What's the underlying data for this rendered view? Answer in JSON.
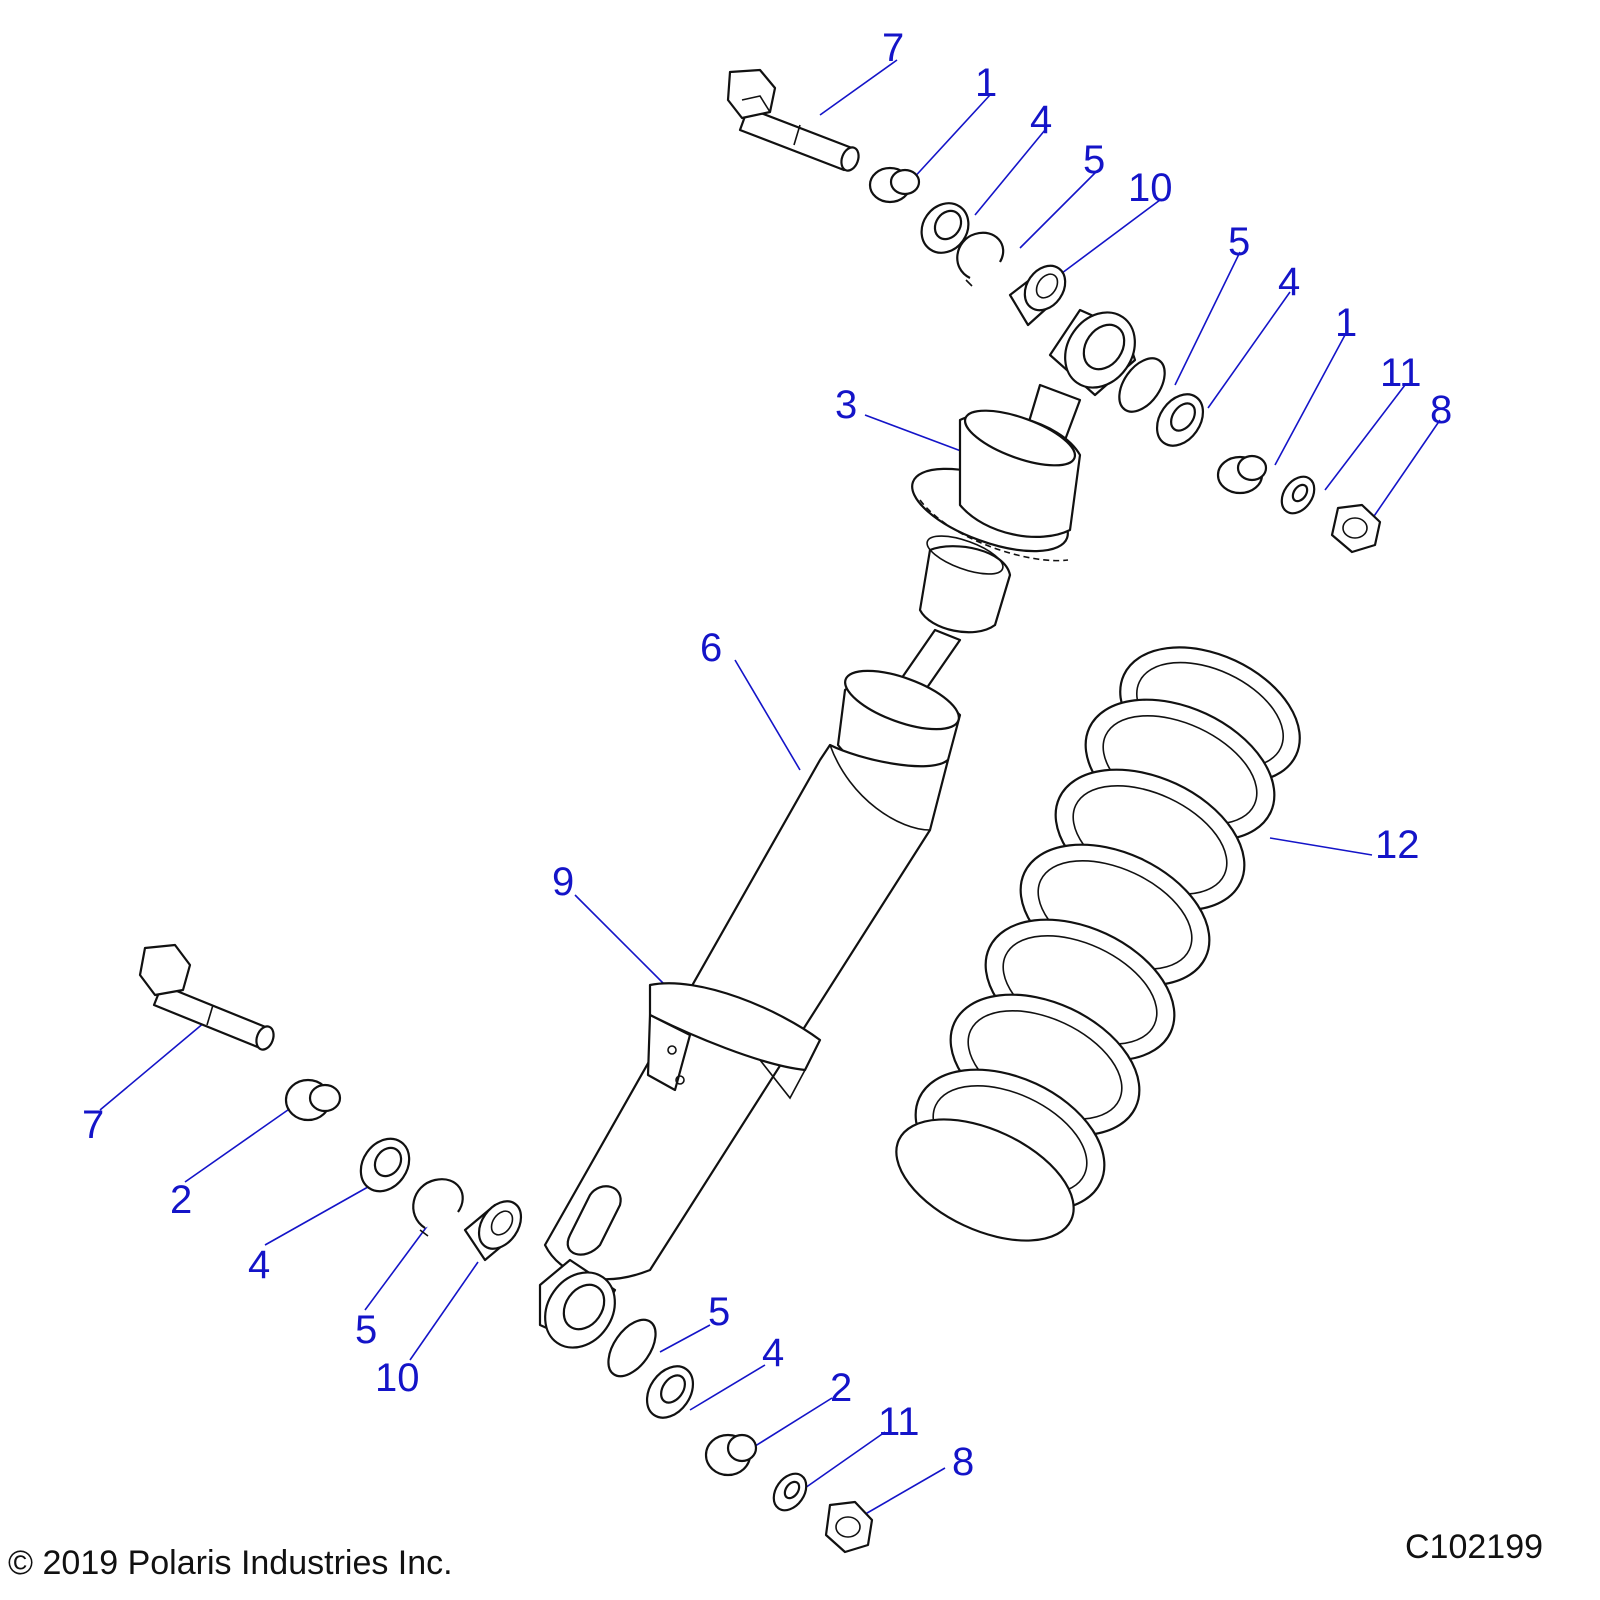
{
  "callouts": {
    "top_bolt": "7",
    "top_bushing_outer": "1",
    "top_washer_outer": "4",
    "top_ring_outer": "5",
    "top_bearing": "10",
    "top_ring_inner": "5",
    "top_washer_inner": "4",
    "top_bushing_inner": "1",
    "top_washer_small": "11",
    "top_nut": "8",
    "spring_retainer": "3",
    "shock_body": "6",
    "spring": "12",
    "collar": "9",
    "bottom_bolt": "7",
    "bottom_bushing_outer": "2",
    "bottom_washer_outer": "4",
    "bottom_ring_outer": "5",
    "bottom_bearing": "10",
    "bottom_ring_inner": "5",
    "bottom_washer_inner": "4",
    "bottom_bushing_inner": "2",
    "bottom_washer_small": "11",
    "bottom_nut": "8"
  },
  "footer": {
    "copyright": "© 2019 Polaris Industries Inc.",
    "figure_id": "C102199"
  },
  "colors": {
    "callout": "#1414c8",
    "line_art": "#111111"
  }
}
